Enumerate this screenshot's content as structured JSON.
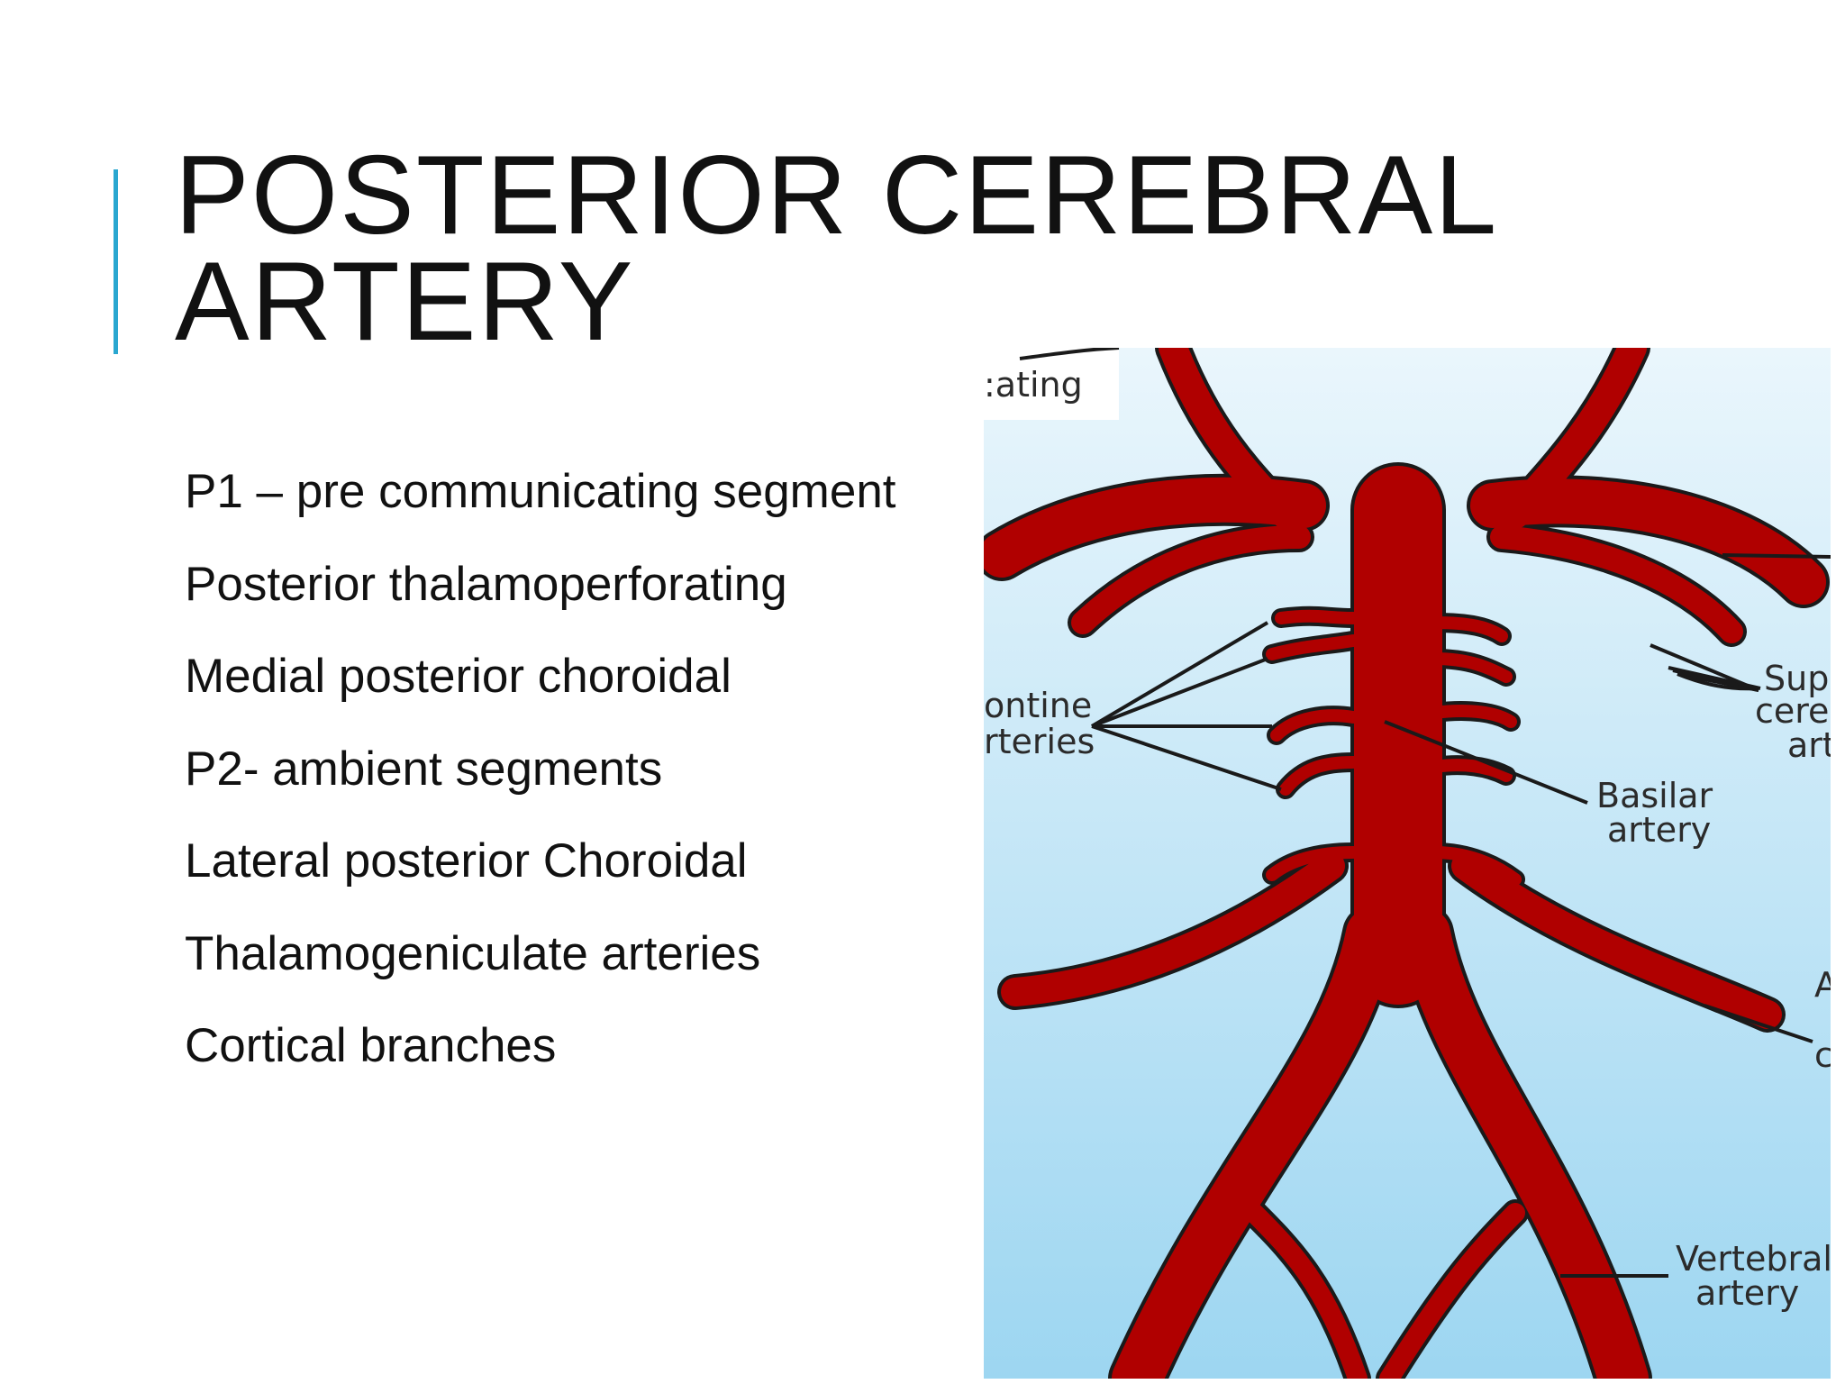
{
  "slide": {
    "title_lines": [
      "POSTERIOR CEREBRAL",
      "ARTERY"
    ],
    "bullets": [
      "P1 – pre communicating segment",
      "Posterior thalamoperforating",
      "Medial posterior choroidal",
      "P2- ambient segments",
      "Lateral posterior Choroidal",
      "Thalamogeniculate arteries",
      "Cortical branches"
    ]
  },
  "diagram": {
    "labels": {
      "communicating_partial": ":ating",
      "pontine_line1": "ontine",
      "pontine_line2": "rteries",
      "basilar_line1": "Basilar",
      "basilar_line2": "artery",
      "superior_line1": "Supe",
      "superior_line2": "cere",
      "superior_line3": "art",
      "right_partial_a": "A",
      "right_partial_c": "c",
      "vertebral_line1": "Vertebral",
      "vertebral_line2": "artery"
    },
    "colors": {
      "artery": "#b00000",
      "outline": "#1a1a1a",
      "background_top": "#eaf6fc",
      "background_bottom": "#9dd6f1",
      "accent": "#2aa7d0"
    }
  }
}
